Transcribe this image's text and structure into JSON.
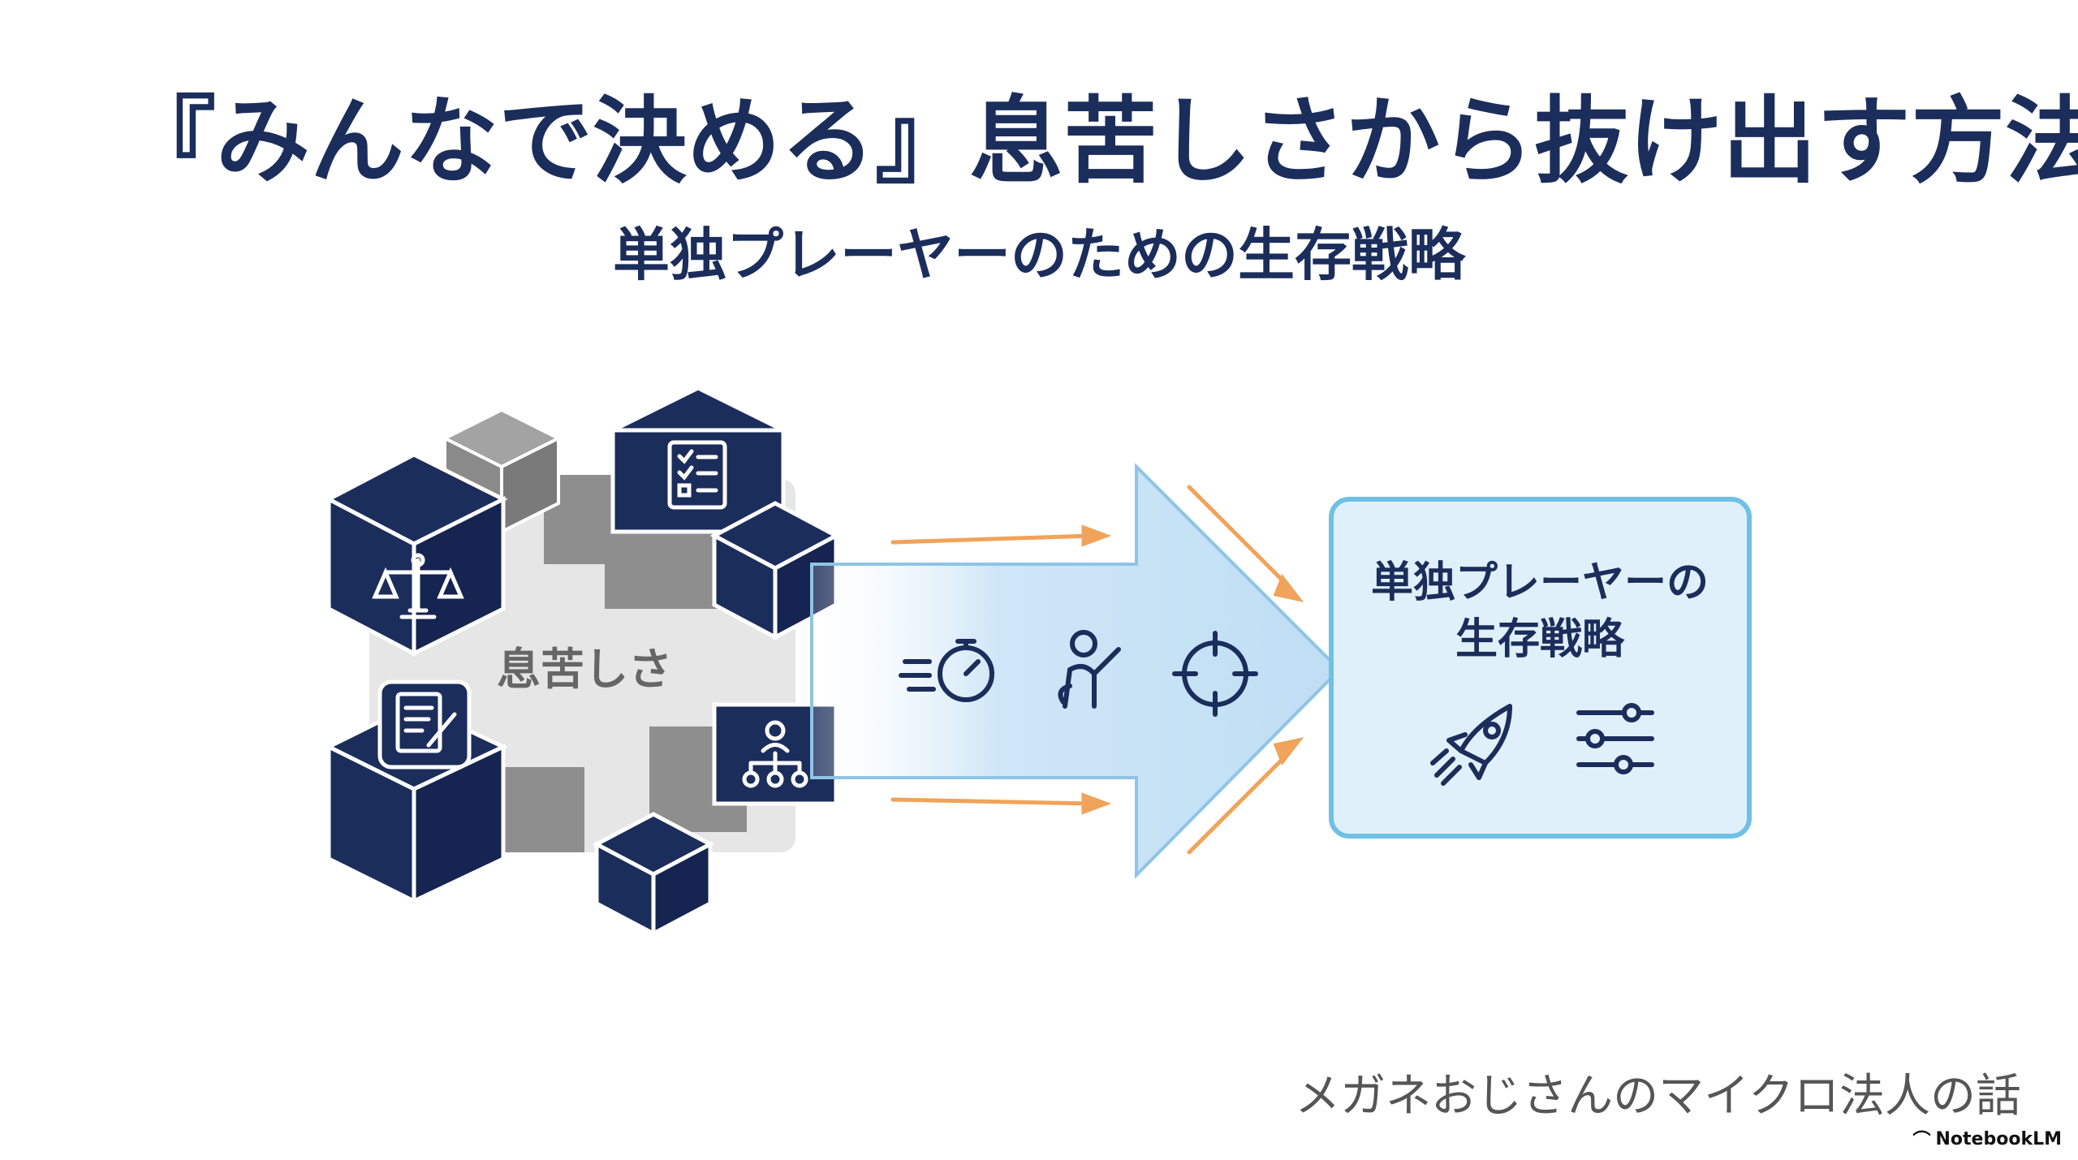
{
  "title": "『みんなで決める』息苦しさから抜け出す方法",
  "subtitle": "単独プレーヤーのための生存戦略",
  "left_cluster": {
    "label": "息苦しさ",
    "icons": [
      "scales-icon",
      "checklist-icon",
      "document-edit-icon",
      "org-chart-icon"
    ]
  },
  "arrow": {
    "icons": [
      "fast-stopwatch-icon",
      "person-raising-hand-icon",
      "target-crosshair-icon"
    ]
  },
  "right_box": {
    "label_line1": "単独プレーヤーの",
    "label_line2": "生存戦略",
    "icons": [
      "rocket-icon",
      "sliders-icon"
    ]
  },
  "footer": {
    "credit": "メガネおじさんのマイクロ法人の話",
    "brand": "NotebookLM"
  },
  "colors": {
    "navy": "#1b2d5b",
    "gray_block": "#8a8a8a",
    "light_gray_bg": "#e6e6e6",
    "arrow_fill": "#d2e8f7",
    "box_border": "#6ec1e4",
    "box_fill": "#dff0fa",
    "orange": "#f0a35a"
  }
}
